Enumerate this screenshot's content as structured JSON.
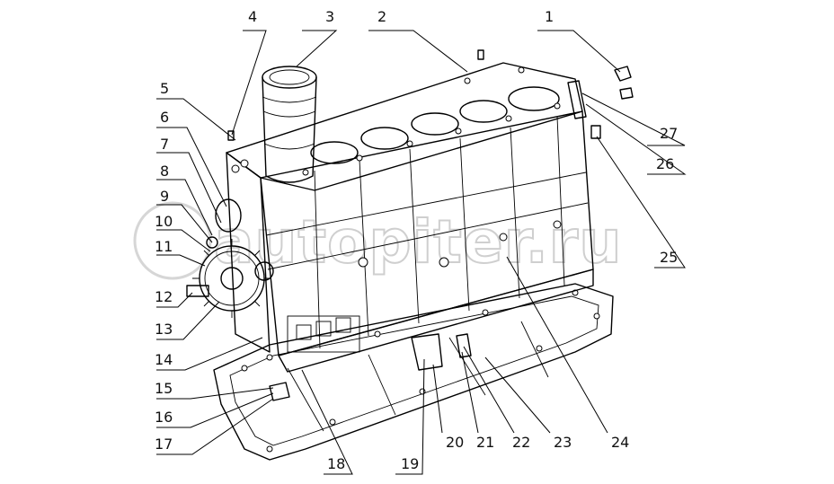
{
  "watermark": "autopiter.ru",
  "callouts": [
    {
      "label": "1"
    },
    {
      "label": "2"
    },
    {
      "label": "3"
    },
    {
      "label": "4"
    },
    {
      "label": "5"
    },
    {
      "label": "6"
    },
    {
      "label": "7"
    },
    {
      "label": "8"
    },
    {
      "label": "9"
    },
    {
      "label": "10"
    },
    {
      "label": "11"
    },
    {
      "label": "12"
    },
    {
      "label": "13"
    },
    {
      "label": "14"
    },
    {
      "label": "15"
    },
    {
      "label": "16"
    },
    {
      "label": "17"
    },
    {
      "label": "18"
    },
    {
      "label": "19"
    },
    {
      "label": "20"
    },
    {
      "label": "21"
    },
    {
      "label": "22"
    },
    {
      "label": "23"
    },
    {
      "label": "24"
    },
    {
      "label": "25"
    },
    {
      "label": "26"
    },
    {
      "label": "27"
    }
  ]
}
